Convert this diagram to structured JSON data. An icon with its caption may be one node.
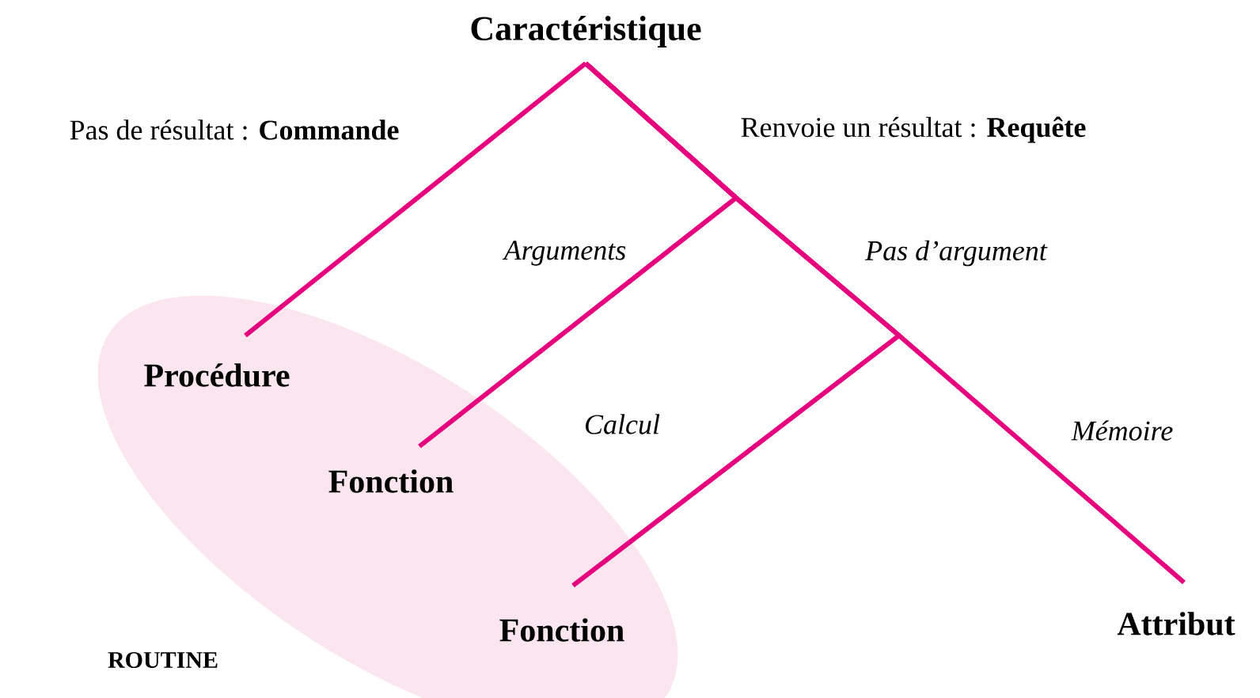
{
  "diagram": {
    "nodes": [
      {
        "text": [
          "Caractéristique"
        ]
      },
      {
        "text": [
          "ROUTINE"
        ]
      },
      {
        "text": [
          "Procédure"
        ],
        "in": 1
      },
      {
        "text": [
          "Fonction"
        ],
        "in": 1
      },
      {
        "text": [
          "Fonction"
        ],
        "in": 1
      },
      {
        "text": [
          "Attribut"
        ]
      }
    ],
    "edges": [
      {
        "from": 0,
        "to": 2,
        "arrow": "none",
        "label": "Pas de résultat : **Commande**"
      },
      {
        "from": 0,
        "to": 3,
        "arrow": "none",
        "label": "Arguments"
      },
      {
        "from": 0,
        "to": 4,
        "arrow": "none",
        "label": "Calcul"
      },
      {
        "from": 0,
        "to": 5,
        "arrow": "none",
        "label": "Mémoire"
      }
    ],
    "labels": [
      "Renvoie un résultat : **Requête**",
      "Pas d’argument"
    ]
  }
}
